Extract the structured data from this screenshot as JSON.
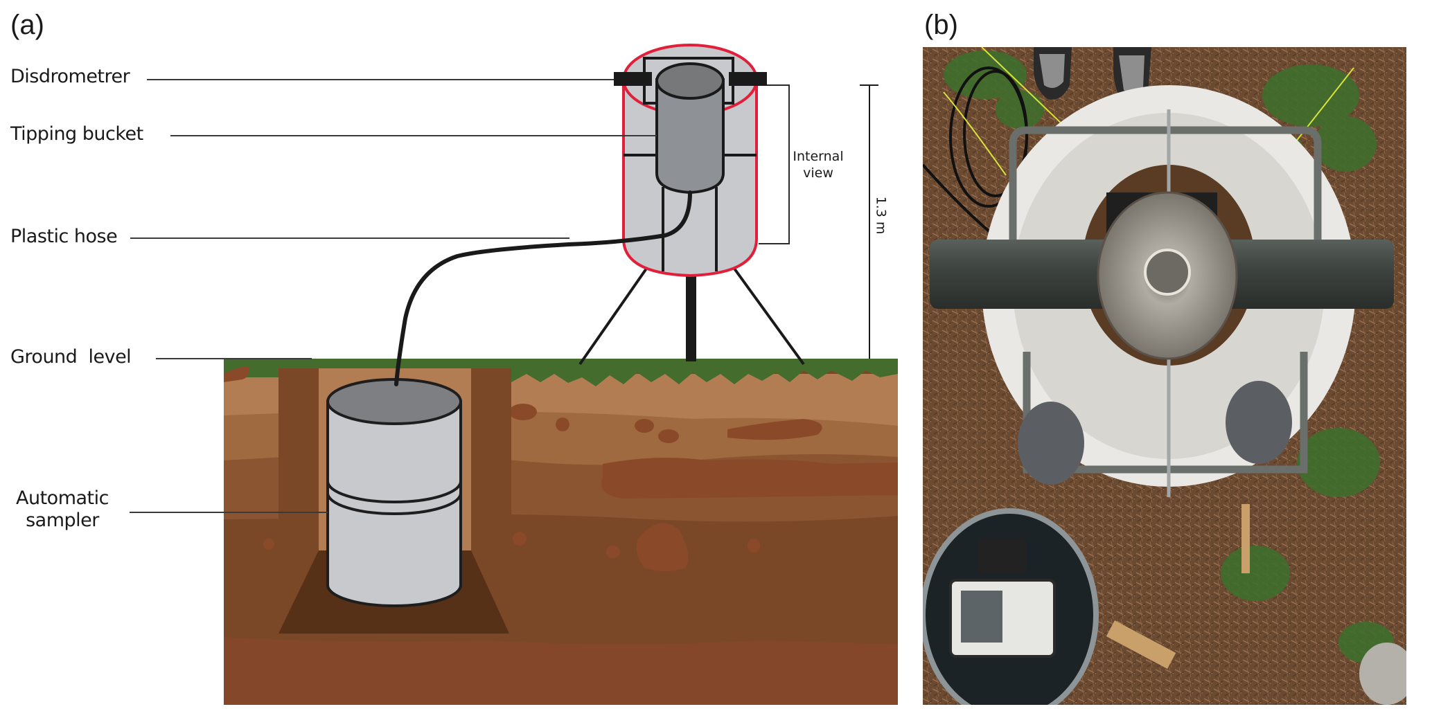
{
  "panels": {
    "a": {
      "label": "(a)",
      "callouts": {
        "disdrometer": "Disdrometrer",
        "tipping_bucket": "Tipping bucket",
        "plastic_hose": "Plastic hose",
        "ground_level": "Ground  level",
        "automatic_sampler_line1": "Automatic",
        "automatic_sampler_line2": "sampler"
      },
      "internal_view_line1": "Internal",
      "internal_view_line2": "view",
      "height_annotation": "1.3 m"
    },
    "b": {
      "label": "(b)",
      "photo_description": "Top-down photograph of the installed disdrometer over the collector funnel and the buried automatic sampler on forest floor"
    }
  },
  "colors": {
    "housing_outline": "#e0203a",
    "housing_fill": "#c8c9cd",
    "bucket_fill": "#8e9296",
    "bucket_top": "#77787a",
    "grass": "#446c2c",
    "soil_light": "#b27d52",
    "soil_mid": "#9a6339",
    "soil_dark": "#7b4827",
    "pit_base": "#573018"
  }
}
